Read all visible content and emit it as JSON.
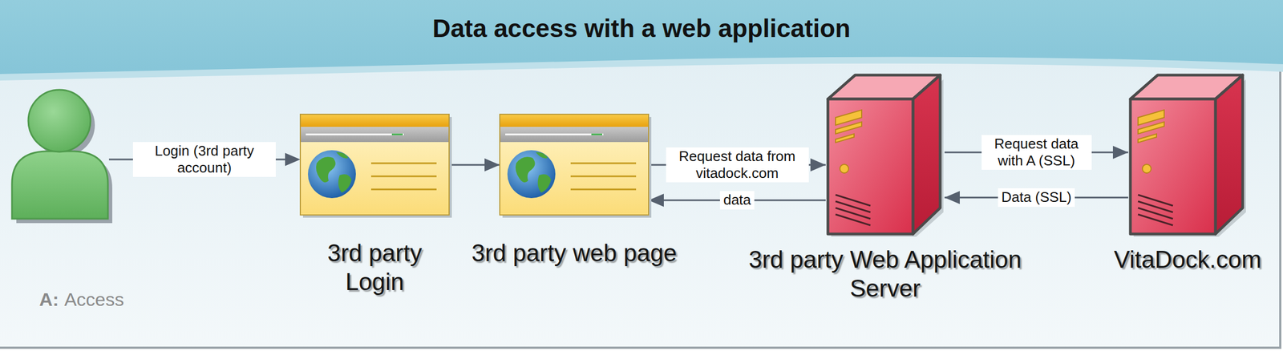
{
  "diagram": {
    "title": "Data access with a web application",
    "nodes": [
      {
        "text": [
          "3rd party Login"
        ]
      },
      {
        "text": [
          "3rd party web page"
        ]
      },
      {
        "text": [
          "3rd party Web Application Server"
        ]
      },
      {
        "text": [
          "VitaDock.com"
        ]
      }
    ],
    "edges": [
      {
        "from": 0,
        "to": 1,
        "arrow": "to"
      },
      {
        "from": 1,
        "to": 2,
        "arrow": "to",
        "label": "Request data from vitadock.com"
      },
      {
        "from": 2,
        "to": 1,
        "arrow": "to",
        "label": "data"
      },
      {
        "from": 2,
        "to": 3,
        "arrow": "to",
        "label": "Request data with A (SSL)"
      },
      {
        "from": 3,
        "to": 2,
        "arrow": "to",
        "label": "Data (SSL)"
      }
    ],
    "labels": [
      "Login (3rd party account)",
      "A:",
      "Access"
    ]
  }
}
